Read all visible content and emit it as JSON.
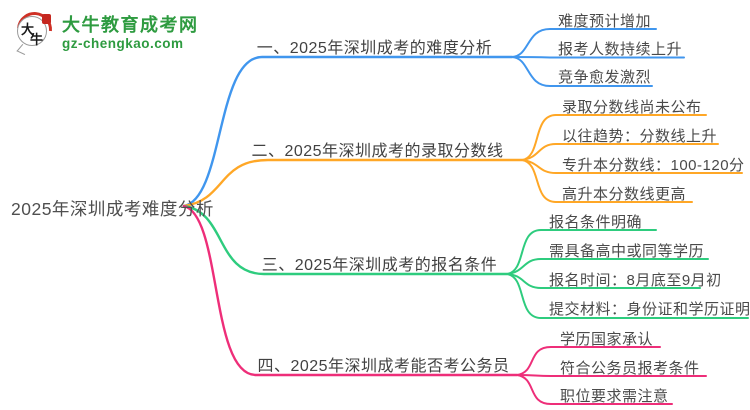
{
  "logo": {
    "site_name": "大牛教育成考网",
    "site_domain": "gz-chengkao.com",
    "mark_char_top": "大",
    "mark_char_bottom": "牛"
  },
  "central": {
    "title": "2025年深圳成考难度分析"
  },
  "colors": {
    "blue": "#4096ee",
    "orange": "#ffa726",
    "green": "#2ecc7e",
    "pink": "#ee2e79",
    "brand_green": "#2e9b40",
    "brand_red": "#cf3126"
  },
  "branches": [
    {
      "label": "一、2025年深圳成考的难度分析",
      "color": "#4096ee",
      "children": [
        "难度预计增加",
        "报考人数持续上升",
        "竞争愈发激烈"
      ]
    },
    {
      "label": "二、2025年深圳成考的录取分数线",
      "color": "#ffa726",
      "children": [
        "录取分数线尚未公布",
        "以往趋势：分数线上升",
        "专升本分数线：100-120分",
        "高升本分数线更高"
      ]
    },
    {
      "label": "三、2025年深圳成考的报名条件",
      "color": "#2ecc7e",
      "children": [
        "报名条件明确",
        "需具备高中或同等学历",
        "报名时间：8月底至9月初",
        "提交材料：身份证和学历证明"
      ]
    },
    {
      "label": "四、2025年深圳成考能否考公务员",
      "color": "#ee2e79",
      "children": [
        "学历国家承认",
        "符合公务员报考条件",
        "职位要求需注意"
      ]
    }
  ]
}
